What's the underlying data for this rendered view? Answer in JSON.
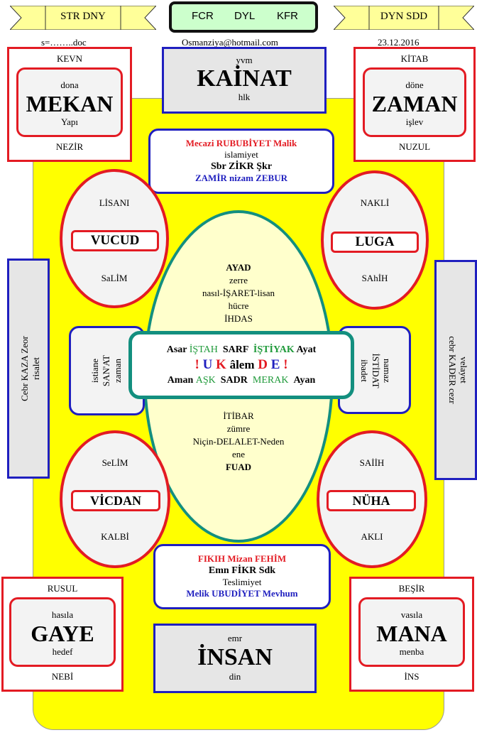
{
  "top": {
    "ribbon_left": "STR DNY",
    "ribbon_right": "DYN SDD",
    "center_box": [
      "FCR",
      "DYL",
      "KFR"
    ],
    "filename": "s=……..doc",
    "email": "Osmanziya@hotmail.com",
    "date": "23.12.2016"
  },
  "corners": {
    "top_left": {
      "top": "KEVN",
      "inner_top": "dona",
      "main": "MEKAN",
      "inner_bottom": "Yapı",
      "bottom": "NEZİR"
    },
    "top_right": {
      "top": "KİTAB",
      "inner_top": "döne",
      "main": "ZAMAN",
      "inner_bottom": "işlev",
      "bottom": "NUZUL"
    },
    "bottom_left": {
      "top": "RUSUL",
      "inner_top": "hasıla",
      "main": "GAYE",
      "inner_bottom": "hedef",
      "bottom": "NEBİ"
    },
    "bottom_right": {
      "top": "BEŞİR",
      "inner_top": "vasıla",
      "main": "MANA",
      "inner_bottom": "menba",
      "bottom": "İNS"
    }
  },
  "kainat": {
    "top": "yvm",
    "main": "KAİNAT",
    "bottom": "hlk"
  },
  "insan": {
    "top": "emr",
    "main": "İNSAN",
    "bottom": "din"
  },
  "upper_box": {
    "line1": "Mecazi RUBUBİYET Malik",
    "line2": "islamiyet",
    "line3": "Sbr ZİKR Şkr",
    "line4": "ZAMİR nizam ZEBUR"
  },
  "lower_box": {
    "line1": "FIKIH  Mizan FEHİM",
    "line2": "Emn FİKR Sdk",
    "line3": "Teslimiyet",
    "line4": "Melik  UBUDİYET Mevhum"
  },
  "circles": {
    "tl": {
      "top": "LİSANI",
      "label": "VUCUD",
      "bottom": "SaLİM"
    },
    "tr": {
      "top": "NAKLİ",
      "label": "LUGA",
      "bottom": "SAhİH"
    },
    "bl": {
      "top": "SeLİM",
      "label": "VİCDAN",
      "bottom": "KALBİ"
    },
    "br": {
      "top": "SAİİH",
      "label": "NÜHA",
      "bottom": "AKLI"
    }
  },
  "oval": {
    "upper": [
      "AYAD",
      "zerre",
      "nasıl-İŞARET-lisan",
      "hücre",
      "İHDAS"
    ],
    "lower": [
      "İTİBAR",
      "zümre",
      "Niçin-DELALET-Neden",
      "ene",
      "FUAD"
    ]
  },
  "center": {
    "row1": {
      "a": "Asar",
      "b": "İŞTAH",
      "c": "SARF",
      "d": "İŞTİYAK",
      "e": "Ayat"
    },
    "row2": {
      "ex1": "!",
      "u": "U",
      "k": "K",
      "alem": "âlem",
      "d": "D",
      "e": "E",
      "ex2": "!"
    },
    "row3": {
      "a": "Aman",
      "b": "AŞK",
      "c": "SADR",
      "d": "MERAK",
      "e": "Ayan"
    }
  },
  "side_small": {
    "left": [
      "istiane",
      "SAN'AT",
      "zaman"
    ],
    "right": [
      "namaz",
      "İSTİDAT",
      "ibadet"
    ]
  },
  "side_tall": {
    "left": [
      "Cebr KAZA Zeor",
      "risalet"
    ],
    "right": [
      "velayet",
      "cebr KADER cezr"
    ]
  }
}
